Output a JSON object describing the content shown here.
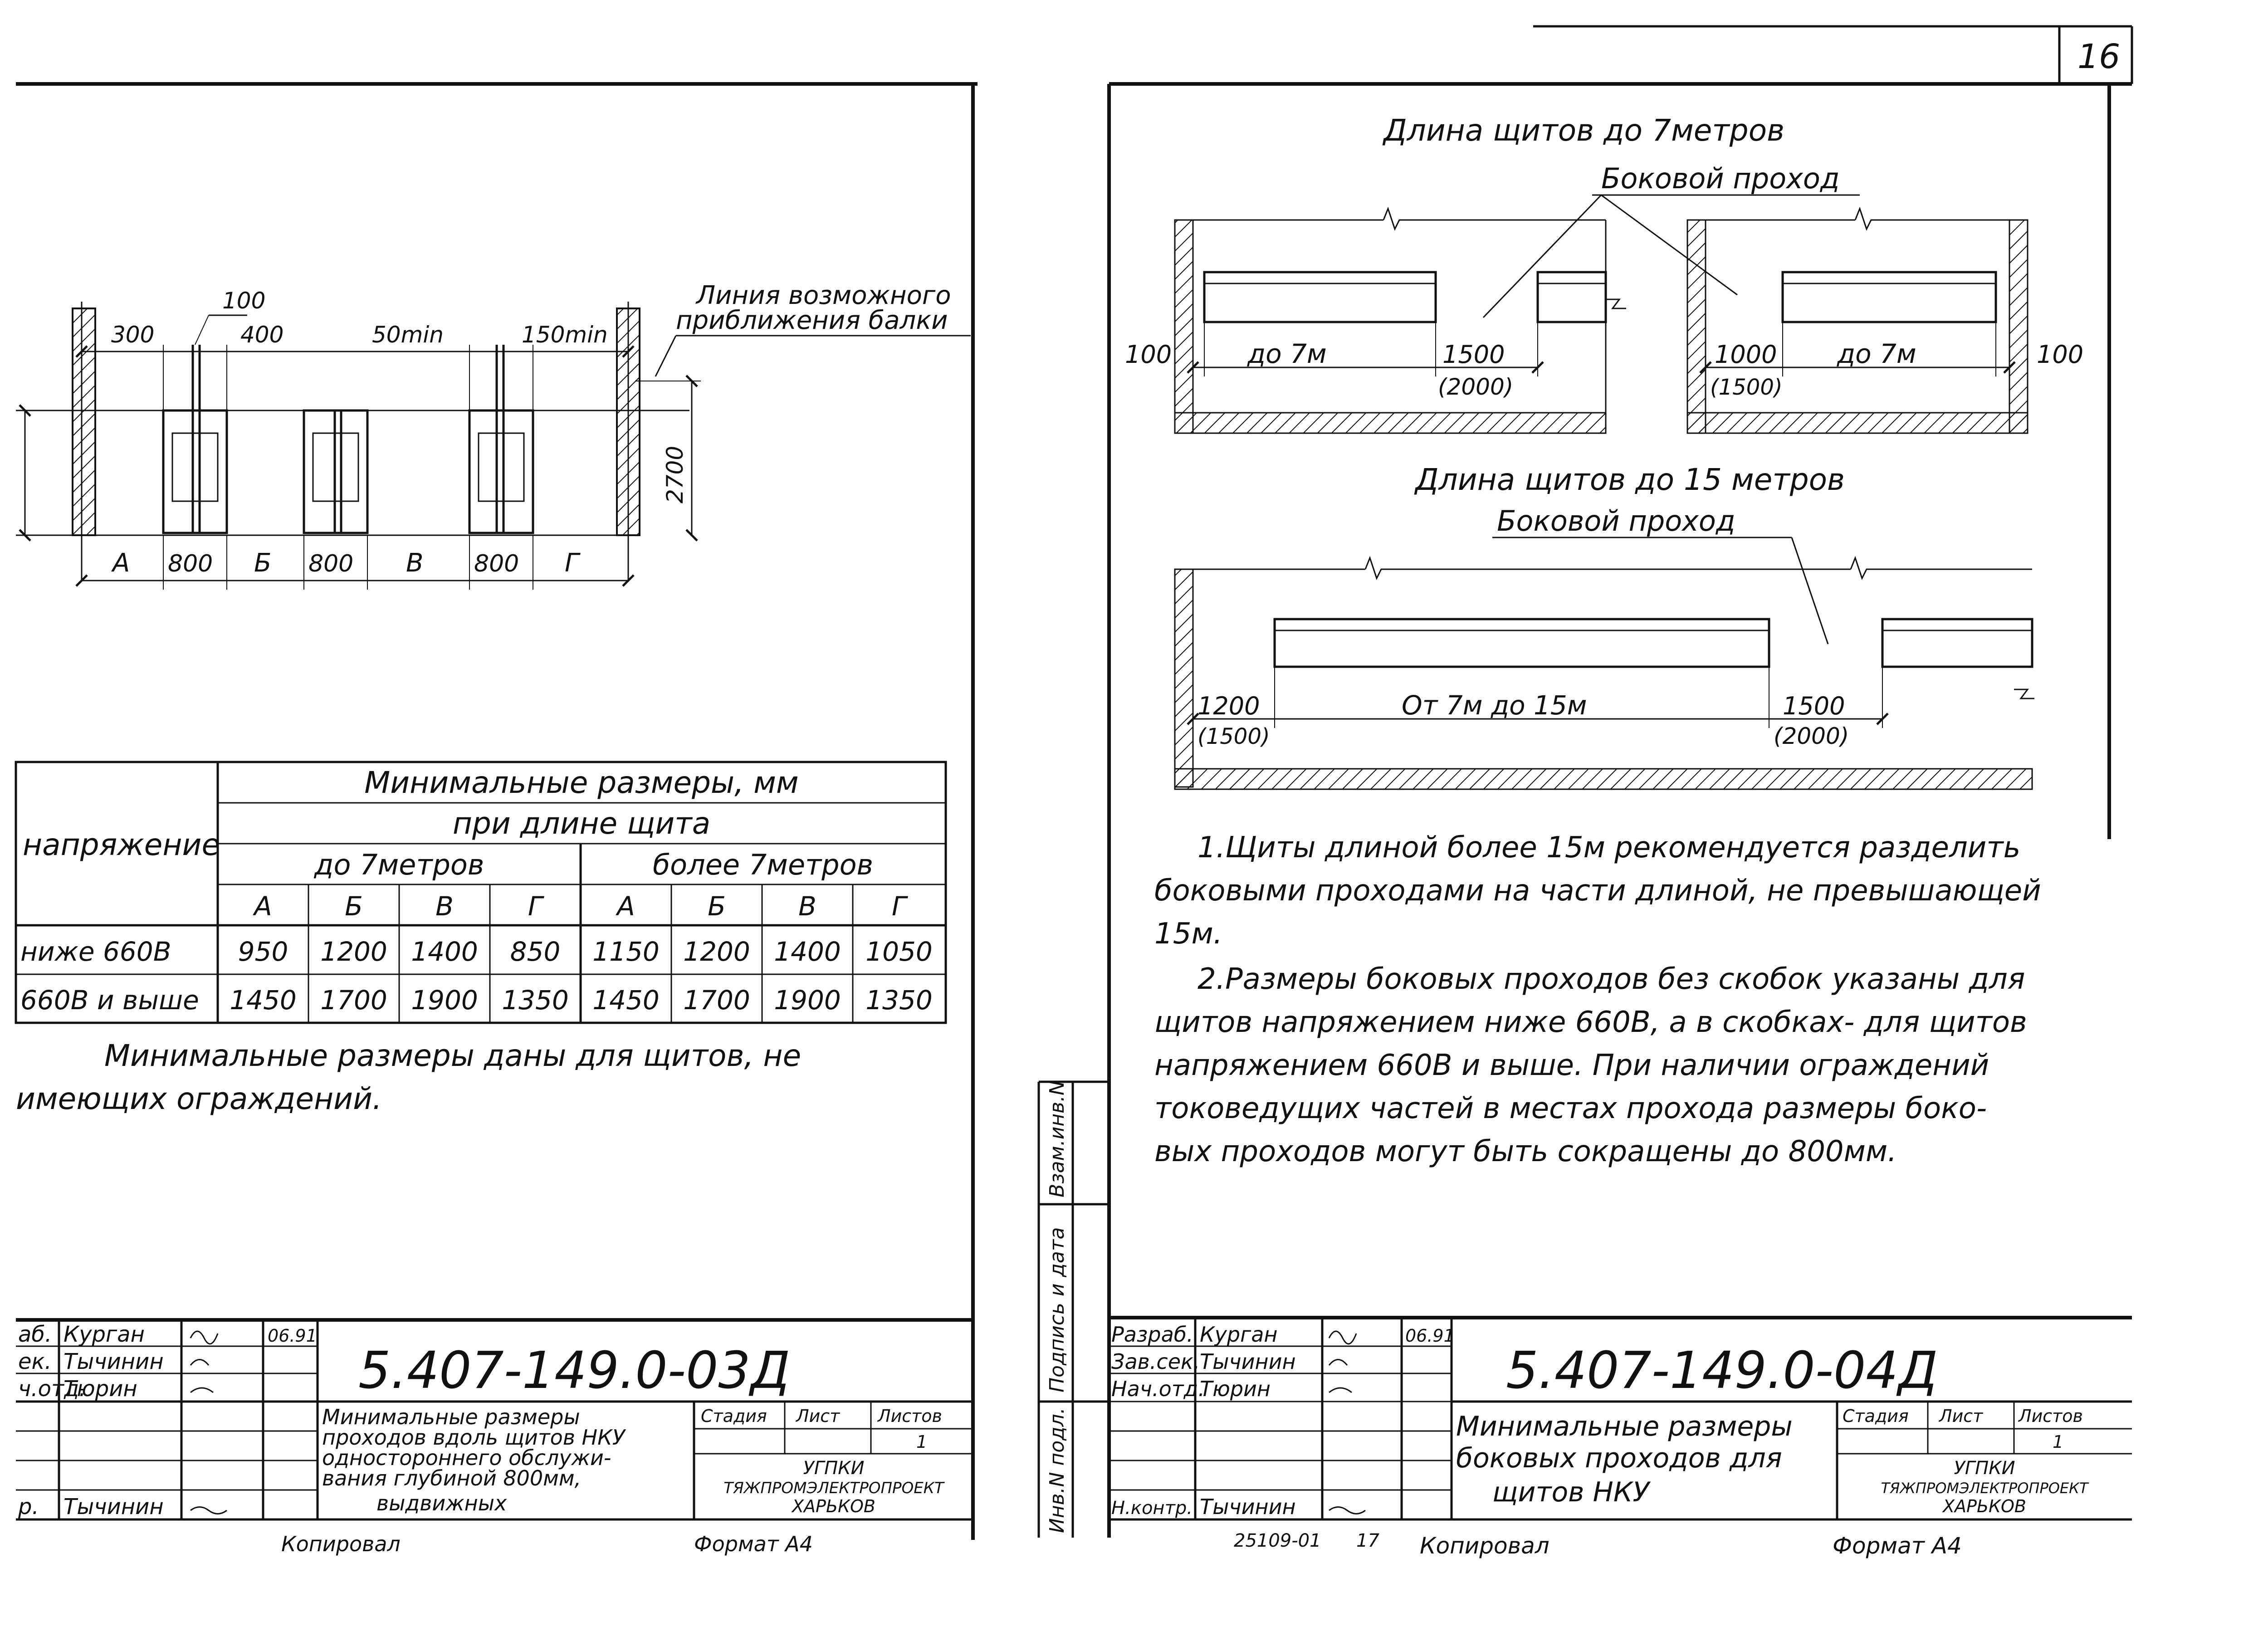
{
  "page_number": "16",
  "left_sheet": {
    "plan": {
      "dims_top": [
        "100",
        "300",
        "400",
        "50min",
        "150min"
      ],
      "dim_height": "2700",
      "gaps": [
        "А",
        "Б",
        "В",
        "Г"
      ],
      "module": "800",
      "note_line1": "Линия возможного",
      "note_line2": "приближения балки"
    },
    "table": {
      "header_main": "Минимальные размеры, мм",
      "header_sub": "при длине щита",
      "voltage_label": "напряжение",
      "group1": "до 7метров",
      "group2": "более 7метров",
      "cols": [
        "А",
        "Б",
        "В",
        "Г",
        "А",
        "Б",
        "В",
        "Г"
      ],
      "rows": [
        {
          "label": "ниже 660В",
          "values": [
            "950",
            "1200",
            "1400",
            "850",
            "1150",
            "1200",
            "1400",
            "1050"
          ]
        },
        {
          "label": "660В и выше",
          "values": [
            "1450",
            "1700",
            "1900",
            "1350",
            "1450",
            "1700",
            "1900",
            "1350"
          ]
        }
      ]
    },
    "note_line1": "Минимальные размеры даны для щитов, не",
    "note_line2": "имеющих ограждений.",
    "title_block": {
      "doc_number": "5.407-149.0-03Д",
      "roles": [
        "аб.",
        "ек.",
        "ч.отд.",
        "",
        "",
        "",
        "р."
      ],
      "names": [
        "Курган",
        "Тычинин",
        "Тюрин",
        "",
        "",
        "",
        "Тычинин"
      ],
      "date": "06.91",
      "title_lines": [
        "Минимальные размеры",
        "проходов вдоль щитов НКУ",
        "одностороннего обслужи-",
        "вания глубиной 800мм,",
        "выдвижных"
      ],
      "stage_label": "Стадия",
      "sheet_label": "Лист",
      "sheets_label": "Листов",
      "sheets_value": "1",
      "org_line1": "УГПКИ",
      "org_line2": "ТЯЖПРОМЭЛЕКТРОПРОЕКТ",
      "org_line3": "ХАРЬКОВ"
    },
    "footer_copy": "Копировал",
    "footer_format": "Формат А4"
  },
  "right_sheet": {
    "diagram1": {
      "title": "Длина щитов до 7метров",
      "aisle_label": "Боковой проход",
      "dims": [
        "100",
        "до 7м",
        "1500",
        "(2000)",
        "1000",
        "(1500)",
        "до 7м",
        "100"
      ]
    },
    "diagram2": {
      "title": "Длина щитов до 15 метров",
      "aisle_label": "Боковой проход",
      "dims": [
        "1200",
        "(1500)",
        "От 7м до 15м",
        "1500",
        "(2000)"
      ]
    },
    "notes": [
      "1.Щиты длиной более 15м рекомендуется разделить",
      "боковыми проходами на части длиной, не превышающей",
      "15м.",
      "2.Размеры боковых проходов без скобок указаны для",
      "щитов напряжением ниже 660В, а в скобках- для щитов",
      "напряжением 660В и выше. При наличии ограждений",
      "токоведущих частей в местах прохода размеры боко-",
      "вых проходов могут быть сокращены до 800мм."
    ],
    "side_labels": [
      "Взам.инв.N",
      "Подпись и дата",
      "Инв.N подл."
    ],
    "title_block": {
      "doc_number": "5.407-149.0-04Д",
      "roles": [
        "Разраб.",
        "Зав.сек.",
        "Нач.отд.",
        "",
        "",
        "",
        "Н.контр."
      ],
      "names": [
        "Курган",
        "Тычинин",
        "Тюрин",
        "",
        "",
        "",
        "Тычинин"
      ],
      "date": "06.91",
      "title_lines": [
        "Минимальные размеры",
        "боковых проходов для",
        "щитов НКУ"
      ],
      "stage_label": "Стадия",
      "sheet_label": "Лист",
      "sheets_label": "Листов",
      "sheets_value": "1",
      "org_line1": "УГПКИ",
      "org_line2": "ТЯЖПРОМЭЛЕКТРОПРОЕКТ",
      "org_line3": "ХАРЬКОВ"
    },
    "footer_code": "25109-01",
    "footer_num": "17",
    "footer_copy": "Копировал",
    "footer_format": "Формат А4"
  }
}
